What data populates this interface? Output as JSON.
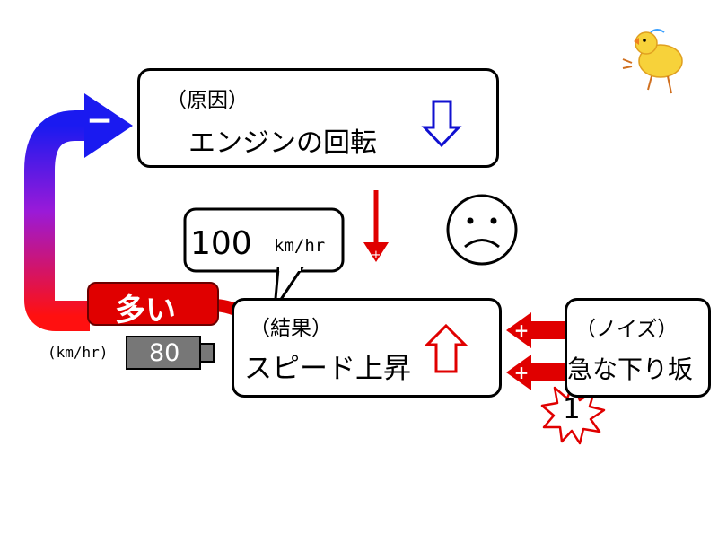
{
  "cause": {
    "tag": "（原因）",
    "text": "エンジンの回転",
    "arrow_color": "#1010d0"
  },
  "result": {
    "tag": "（結果）",
    "text": "スピード上昇",
    "arrow_color": "#e00000"
  },
  "noise": {
    "tag": "（ノイズ）",
    "text": "急な下り坂"
  },
  "speech_bubble": {
    "value": "100",
    "unit": "km/hr"
  },
  "feedback": {
    "label": "多い",
    "sign": "−",
    "gradient_top": "#1a1af0",
    "gradient_bottom": "#ff1010"
  },
  "link_sign_plus": "+",
  "meter": {
    "unit": "(km/hr)",
    "value": "80"
  },
  "burst_number": "1",
  "face": "frown-face-icon",
  "decoration": "chick-icon"
}
